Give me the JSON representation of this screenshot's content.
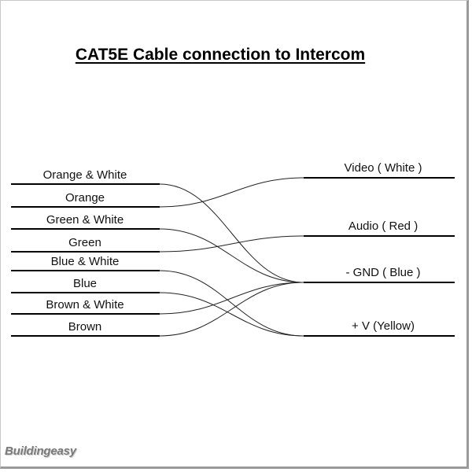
{
  "title": "CAT5E Cable connection to Intercom",
  "left_wires": [
    {
      "label": "Orange & White"
    },
    {
      "label": "Orange"
    },
    {
      "label": "Green & White"
    },
    {
      "label": "Green"
    },
    {
      "label": "Blue & White"
    },
    {
      "label": "Blue"
    },
    {
      "label": "Brown & White"
    },
    {
      "label": "Brown"
    }
  ],
  "right_terminals": [
    {
      "label": "Video ( White )"
    },
    {
      "label": "Audio ( Red )"
    },
    {
      "label": "- GND ( Blue )"
    },
    {
      "label": "+ V (Yellow)"
    }
  ],
  "connections": [
    {
      "from": "Orange & White",
      "to": "- GND ( Blue )"
    },
    {
      "from": "Orange",
      "to": "Video ( White )"
    },
    {
      "from": "Green & White",
      "to": "- GND ( Blue )"
    },
    {
      "from": "Green",
      "to": "Audio ( Red )"
    },
    {
      "from": "Blue & White",
      "to": "+ V (Yellow)"
    },
    {
      "from": "Blue",
      "to": "+ V (Yellow)"
    },
    {
      "from": "Brown & White",
      "to": "- GND ( Blue )"
    },
    {
      "from": "Brown",
      "to": "- GND ( Blue )"
    }
  ],
  "watermark": "Buildingeasy"
}
